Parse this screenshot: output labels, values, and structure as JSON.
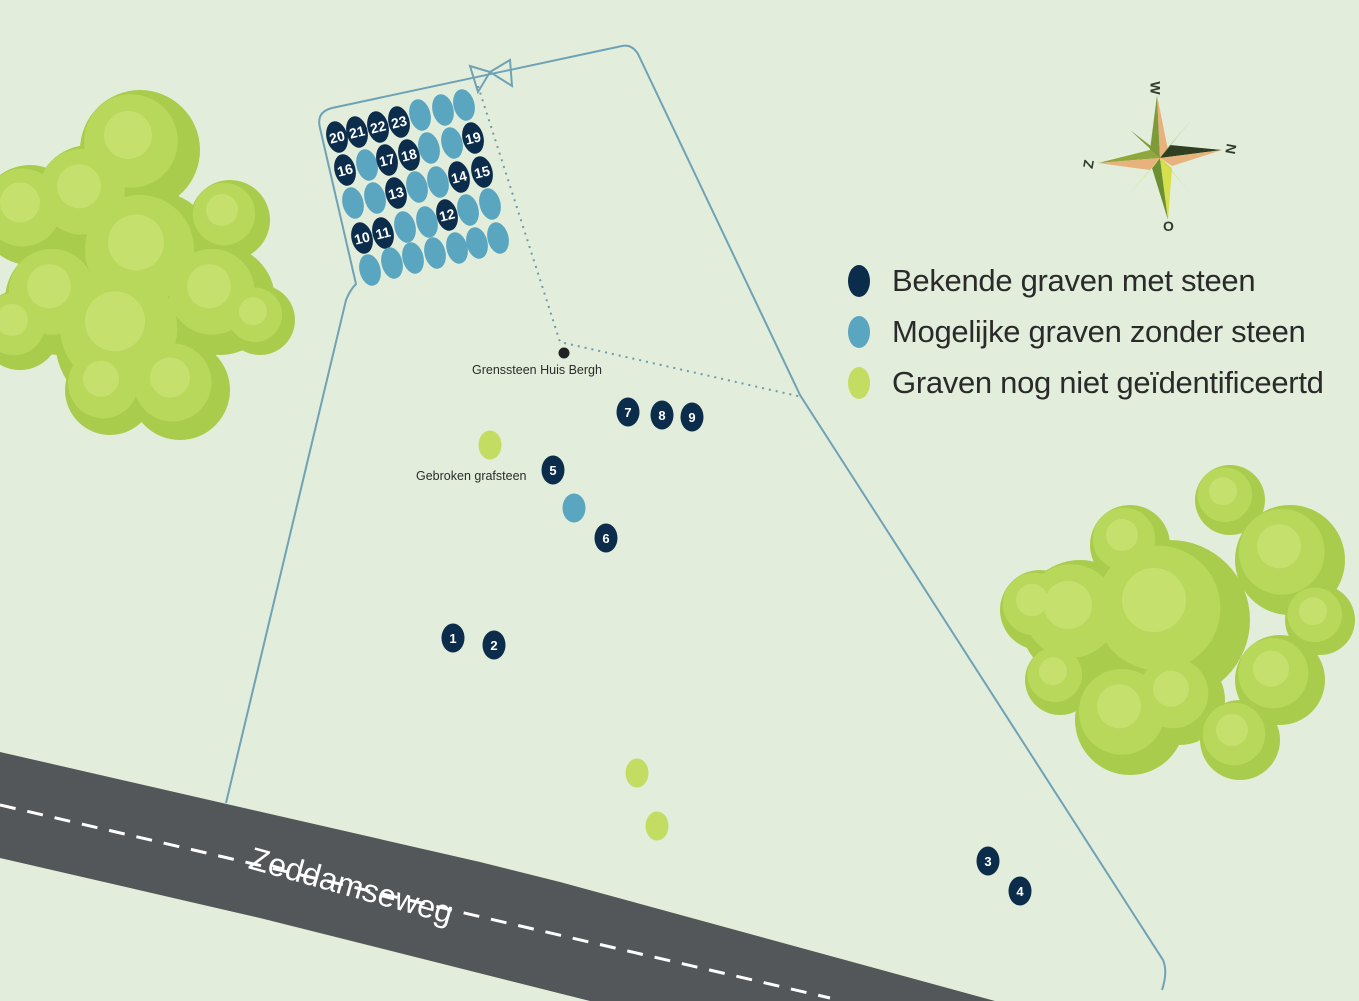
{
  "title": "Begraafplaats Zeddamseweg",
  "colors": {
    "background": "#e2eedb",
    "known": "#0b2c4a",
    "possible": "#5aa5bf",
    "unidentified": "#c3dc62",
    "boundary": "#6fa2b4",
    "road": "#53575a",
    "tree": "#b3d457"
  },
  "legend": [
    {
      "type": "known",
      "label": "Bekende graven met steen"
    },
    {
      "type": "possible",
      "label": "Mogelijke graven zonder steen"
    },
    {
      "type": "unidentified",
      "label": "Graven nog niet geïdentificeertd"
    }
  ],
  "labels": {
    "boundary_stone": "Grenssteen Huis Bergh",
    "broken_stone": "Gebroken grafsteen",
    "road": "Zeddamseweg"
  },
  "compass": {
    "top": "W",
    "right": "N",
    "left": "Z",
    "bottom": "O"
  },
  "graves": [
    {
      "label": "20",
      "type": "known"
    },
    {
      "label": "21",
      "type": "known"
    },
    {
      "label": "22",
      "type": "known"
    },
    {
      "label": "23",
      "type": "known"
    },
    {
      "label": "",
      "type": "possible"
    },
    {
      "label": "",
      "type": "possible"
    },
    {
      "label": "",
      "type": "possible"
    },
    {
      "label": "16",
      "type": "known"
    },
    {
      "label": "",
      "type": "possible"
    },
    {
      "label": "17",
      "type": "known"
    },
    {
      "label": "18",
      "type": "known"
    },
    {
      "label": "",
      "type": "possible"
    },
    {
      "label": "",
      "type": "possible"
    },
    {
      "label": "19",
      "type": "known"
    },
    {
      "label": "",
      "type": "possible"
    },
    {
      "label": "",
      "type": "possible"
    },
    {
      "label": "13",
      "type": "known"
    },
    {
      "label": "",
      "type": "possible"
    },
    {
      "label": "",
      "type": "possible"
    },
    {
      "label": "14",
      "type": "known"
    },
    {
      "label": "15",
      "type": "known"
    },
    {
      "label": "10",
      "type": "known"
    },
    {
      "label": "11",
      "type": "known"
    },
    {
      "label": "",
      "type": "possible"
    },
    {
      "label": "",
      "type": "possible"
    },
    {
      "label": "12",
      "type": "known"
    },
    {
      "label": "",
      "type": "possible"
    },
    {
      "label": "",
      "type": "possible"
    },
    {
      "label": "",
      "type": "possible"
    },
    {
      "label": "",
      "type": "possible"
    },
    {
      "label": "",
      "type": "possible"
    },
    {
      "label": "",
      "type": "possible"
    },
    {
      "label": "",
      "type": "possible"
    },
    {
      "label": "",
      "type": "possible"
    },
    {
      "label": "",
      "type": "possible"
    },
    {
      "label": "7",
      "type": "known"
    },
    {
      "label": "8",
      "type": "known"
    },
    {
      "label": "9",
      "type": "known"
    },
    {
      "label": "5",
      "type": "known"
    },
    {
      "label": "",
      "type": "possible"
    },
    {
      "label": "6",
      "type": "known"
    },
    {
      "label": "1",
      "type": "known"
    },
    {
      "label": "2",
      "type": "known"
    },
    {
      "label": "3",
      "type": "known"
    },
    {
      "label": "4",
      "type": "known"
    },
    {
      "label": "",
      "type": "unidentified"
    },
    {
      "label": "",
      "type": "unidentified"
    },
    {
      "label": "",
      "type": "unidentified"
    }
  ]
}
